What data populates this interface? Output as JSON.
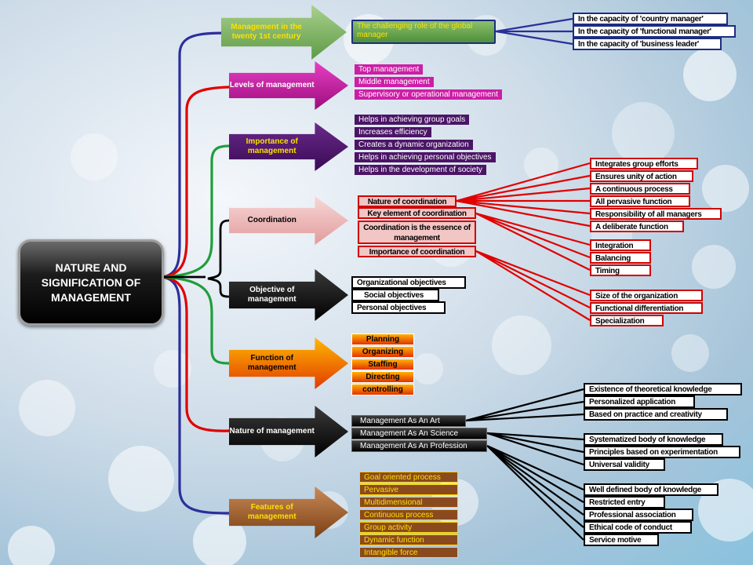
{
  "root": {
    "title": "NATURE AND SIGNIFICATION OF MANAGEMENT"
  },
  "branches": [
    {
      "id": "twenty",
      "label": "Management in the twenty 1st century",
      "colors": [
        "#a9d18e",
        "#5e9a45"
      ],
      "text_color": "#ffe000"
    },
    {
      "id": "levels",
      "label": "Levels of management",
      "colors": [
        "#e83fc3",
        "#9c0d7d"
      ],
      "text_color": "#ffffff"
    },
    {
      "id": "importance",
      "label": "Importance of management",
      "colors": [
        "#6a2a8a",
        "#3a0a55"
      ],
      "text_color": "#ffe000"
    },
    {
      "id": "coordination",
      "label": "Coordination",
      "colors": [
        "#f7d7d7",
        "#e29b9b"
      ],
      "text_color": "#000000"
    },
    {
      "id": "objective",
      "label": "Objective of management",
      "colors": [
        "#3a3a3a",
        "#000000"
      ],
      "text_color": "#ffffff"
    },
    {
      "id": "function",
      "label": "Function of management",
      "colors": [
        "#ffb800",
        "#e13a00"
      ],
      "text_color": "#000000"
    },
    {
      "id": "nature",
      "label": "Nature of management",
      "colors": [
        "#3a3a3a",
        "#000000"
      ],
      "text_color": "#ffffff"
    },
    {
      "id": "features",
      "label": "Features of management",
      "colors": [
        "#c98a57",
        "#7a3f14"
      ],
      "text_color": "#ffe000"
    }
  ],
  "global_manager": {
    "title": "The challenging role of the global manager",
    "roles": [
      "In the capacity of 'country manager'",
      "In the capacity of 'functional  manager'",
      "In the capacity of 'business leader'"
    ]
  },
  "levels": [
    "Top management",
    "Middle management",
    "Supervisory or operational management"
  ],
  "importance": [
    "Helps in achieving group goals",
    "Increases efficiency",
    "Creates a dynamic organization",
    "Helps in achieving personal objectives",
    "Helps in the development of society"
  ],
  "coordination": {
    "topics": [
      "Nature of coordination",
      "Key element of coordination",
      "Coordination is the essence of management",
      "Importance of coordination"
    ],
    "nature": [
      "Integrates group efforts",
      "Ensures unity of action",
      "A continuous process",
      "All pervasive function",
      "Responsibility of all managers",
      "A deliberate function"
    ],
    "key_elements": [
      "Integration",
      "Balancing",
      "Timing"
    ],
    "importance": [
      "Size of  the organization",
      "Functional differentiation",
      "Specialization"
    ]
  },
  "objectives": [
    "Organizational  objectives",
    "Social objectives",
    "Personal objectives"
  ],
  "functions": [
    "Planning",
    "Organizing",
    "Staffing",
    "Directing",
    "controlling"
  ],
  "nature_of_management": {
    "aspects": [
      "Management As An Art",
      "Management As An Science",
      "Management As An Profession"
    ],
    "art": [
      "Existence of theoretical knowledge",
      "Personalized application",
      "Based on practice and creativity"
    ],
    "science": [
      "Systematized body of  knowledge",
      "Principles based on experimentation",
      "Universal validity"
    ],
    "profession": [
      "Well defined body of knowledge",
      "Restricted entry",
      "Professional association",
      "Ethical code of conduct",
      "Service motive"
    ]
  },
  "features": [
    "Goal oriented process",
    "Pervasive",
    "Multidimensional",
    "Continuous process",
    "Group activity",
    "Dynamic function",
    "Intangible force"
  ],
  "colors": {
    "blue_line": "#2b2f9a",
    "red_line": "#e00000",
    "green_line": "#1f9e3a",
    "black_line": "#000000"
  }
}
